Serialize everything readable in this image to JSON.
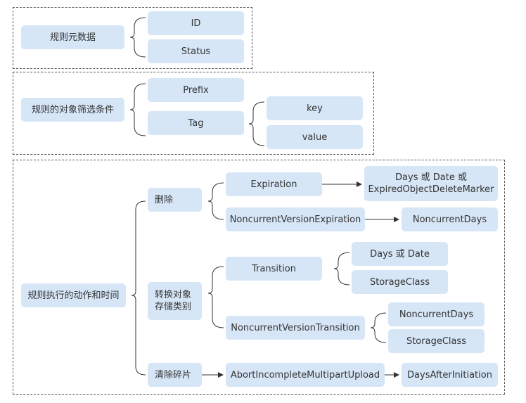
{
  "groups": {
    "metadata": {
      "label": "规则元数据",
      "items": [
        "ID",
        "Status"
      ]
    },
    "filter": {
      "label": "规则的对象筛选条件",
      "prefix": "Prefix",
      "tag": "Tag",
      "tag_items": [
        "key",
        "value"
      ]
    },
    "actions": {
      "label": "规则执行的动作和时间",
      "delete": {
        "label": "删除",
        "expiration": "Expiration",
        "expiration_target": "Days 或 Date 或\nExpiredObjectDeleteMarker",
        "noncurrent_expiration": "NoncurrentVersionExpiration",
        "noncurrent_expiration_target": "NoncurrentDays"
      },
      "transition": {
        "label": "转换对象\n存储类别",
        "transition": "Transition",
        "transition_items": [
          "Days 或 Date",
          "StorageClass"
        ],
        "noncurrent_transition": "NoncurrentVersionTransition",
        "noncurrent_transition_items": [
          "NoncurrentDays",
          "StorageClass"
        ]
      },
      "cleanup": {
        "label": "清除碎片",
        "abort": "AbortIncompleteMultipartUpload",
        "abort_target": "DaysAfterInitiation"
      }
    }
  },
  "colors": {
    "node_fill": "#d6e6f7",
    "line": "#333333",
    "border": "#555555"
  }
}
